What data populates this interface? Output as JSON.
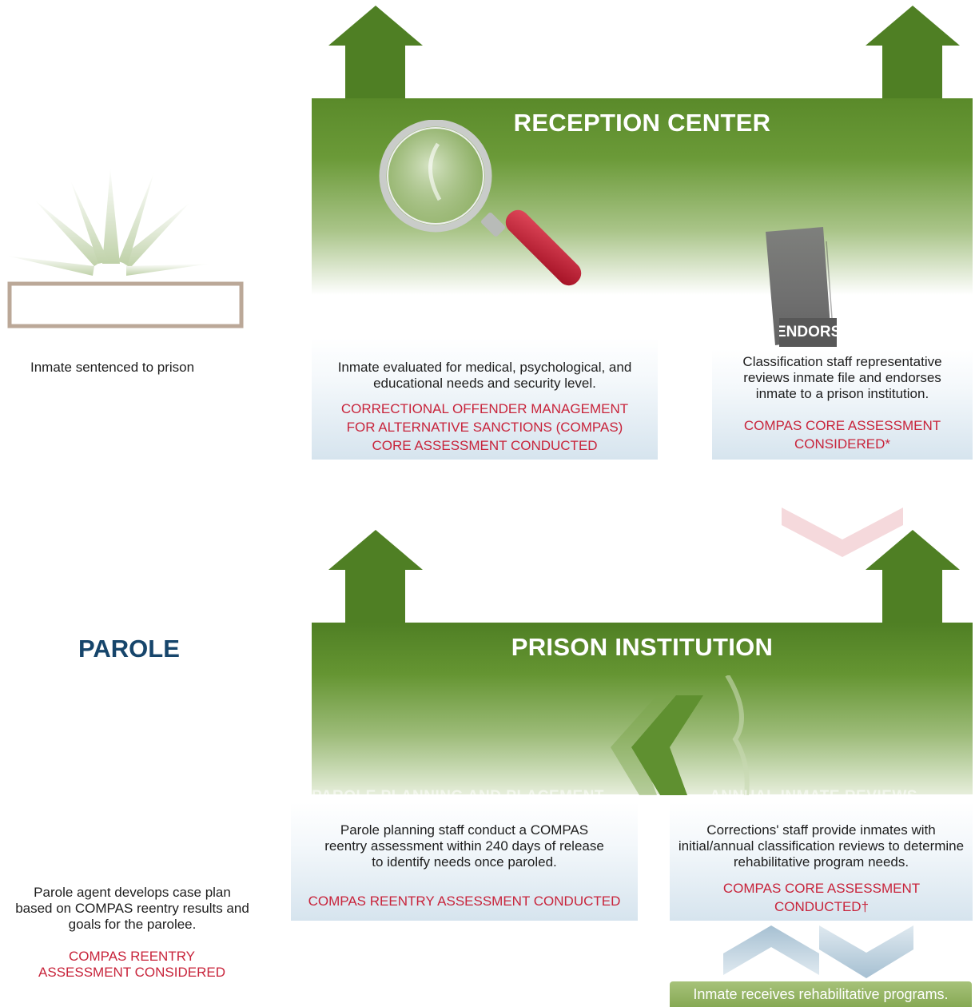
{
  "sentenced": {
    "text": "Inmate sentenced to prison"
  },
  "reception": {
    "title": "RECEPTION CENTER",
    "evaluation_text": "Inmate evaluated for medical, psychological, and educational needs and security level.",
    "evaluation_assessment": "CORRECTIONAL OFFENDER MANAGEMENT FOR ALTERNATIVE SANCTIONS (COMPAS) CORE ASSESSMENT CONDUCTED",
    "endorsement_label": "ENDORSEMENT",
    "endorsement_text": "Classification staff representative reviews inmate file and endorses inmate to a prison institution.",
    "endorsement_assessment": "COMPAS CORE ASSESSMENT CONSIDERED*"
  },
  "parole": {
    "title": "PAROLE"
  },
  "institution": {
    "title": "PRISON INSTITUTION",
    "planning_label": "PAROLE PLANNING AND PLACEMENT",
    "reviews_label": "ANNUAL INMATE REVIEWS",
    "planning_text": "Parole planning staff conduct a COMPAS reentry assessment within 240 days of release to identify needs once paroled.",
    "planning_assessment": "COMPAS REENTRY ASSESSMENT CONDUCTED",
    "reviews_text": "Corrections' staff provide inmates with initial/annual classification reviews to determine rehabilitative program needs.",
    "reviews_assessment": "COMPAS CORE ASSESSMENT CONDUCTED†"
  },
  "parole_agent": {
    "text": "Parole agent develops case plan based on COMPAS reentry results and goals for the parolee.",
    "assessment": "COMPAS REENTRY ASSESSMENT CONSIDERED"
  },
  "programs": {
    "text": "Inmate receives rehabilitative programs."
  },
  "colors": {
    "green": "#4f7f24",
    "red": "#c8243b",
    "navy": "#16456b"
  },
  "icons": [
    "magnifier-icon",
    "gavel-icon",
    "document-icon",
    "chevron-icon"
  ]
}
